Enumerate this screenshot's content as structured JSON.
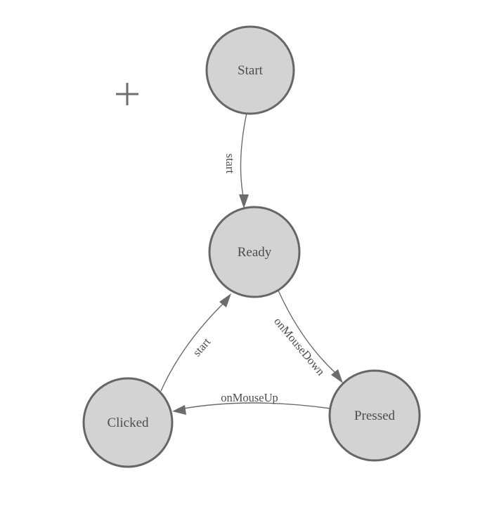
{
  "diagram": {
    "type": "state-machine",
    "colors": {
      "node_fill": "#d3d3d3",
      "node_stroke": "#666666",
      "edge": "#6b6b6b",
      "label": "#4d4d4d",
      "bg": "#ffffff"
    },
    "nodes": [
      {
        "id": "start",
        "label": "Start"
      },
      {
        "id": "ready",
        "label": "Ready"
      },
      {
        "id": "clicked",
        "label": "Clicked"
      },
      {
        "id": "pressed",
        "label": "Pressed"
      }
    ],
    "edges": [
      {
        "from": "start",
        "to": "ready",
        "label": "start"
      },
      {
        "from": "clicked",
        "to": "ready",
        "label": "start"
      },
      {
        "from": "ready",
        "to": "pressed",
        "label": "onMouseDown"
      },
      {
        "from": "pressed",
        "to": "clicked",
        "label": "onMouseUp"
      }
    ],
    "cursor": {
      "icon": "crosshair"
    }
  }
}
